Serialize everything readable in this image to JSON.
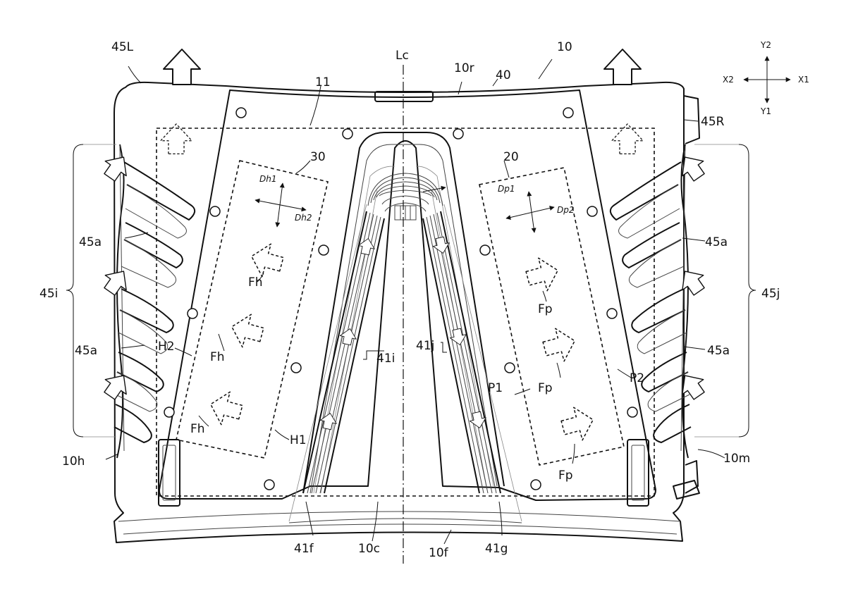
{
  "figure": {
    "labels": {
      "device_ref": "10",
      "rear_edge": "10r",
      "cover_ref": "40",
      "center_line": "Lc",
      "top_plate": "11",
      "left_exhaust": "45L",
      "right_exhaust": "45R",
      "fin_left_upper": "45a",
      "fin_left_lower": "45a",
      "fin_right_upper": "45a",
      "fin_right_lower": "45a",
      "left_group": "45i",
      "right_group": "45j",
      "heatsink_left": "30",
      "heatsink_right": "20",
      "left_direction_1": "Dh1",
      "left_direction_2": "Dh2",
      "right_direction_1": "Dp1",
      "right_direction_2": "Dp2",
      "left_flow_1": "Fh",
      "left_flow_2": "Fh",
      "left_flow_3": "Fh",
      "right_flow_1": "Fp",
      "right_flow_2": "Fp",
      "right_flow_3": "Fp",
      "duct_left": "41i",
      "duct_right": "41j",
      "h2": "H2",
      "h1": "H1",
      "p1": "P1",
      "p2": "P2",
      "left_side": "10h",
      "right_side": "10m",
      "front_left_wall": "41f",
      "center_channel": "10c",
      "front_edge": "10f",
      "front_right_wall": "41g"
    },
    "axes": {
      "y2": "Y2",
      "y1": "Y1",
      "x1": "X1",
      "x2": "X2"
    },
    "icons": {
      "exhaust_arrow": "outlined-up-arrow-icon",
      "flow_arrow": "dashed-arrow-icon",
      "axis_cross": "four-way-arrow-icon"
    }
  }
}
